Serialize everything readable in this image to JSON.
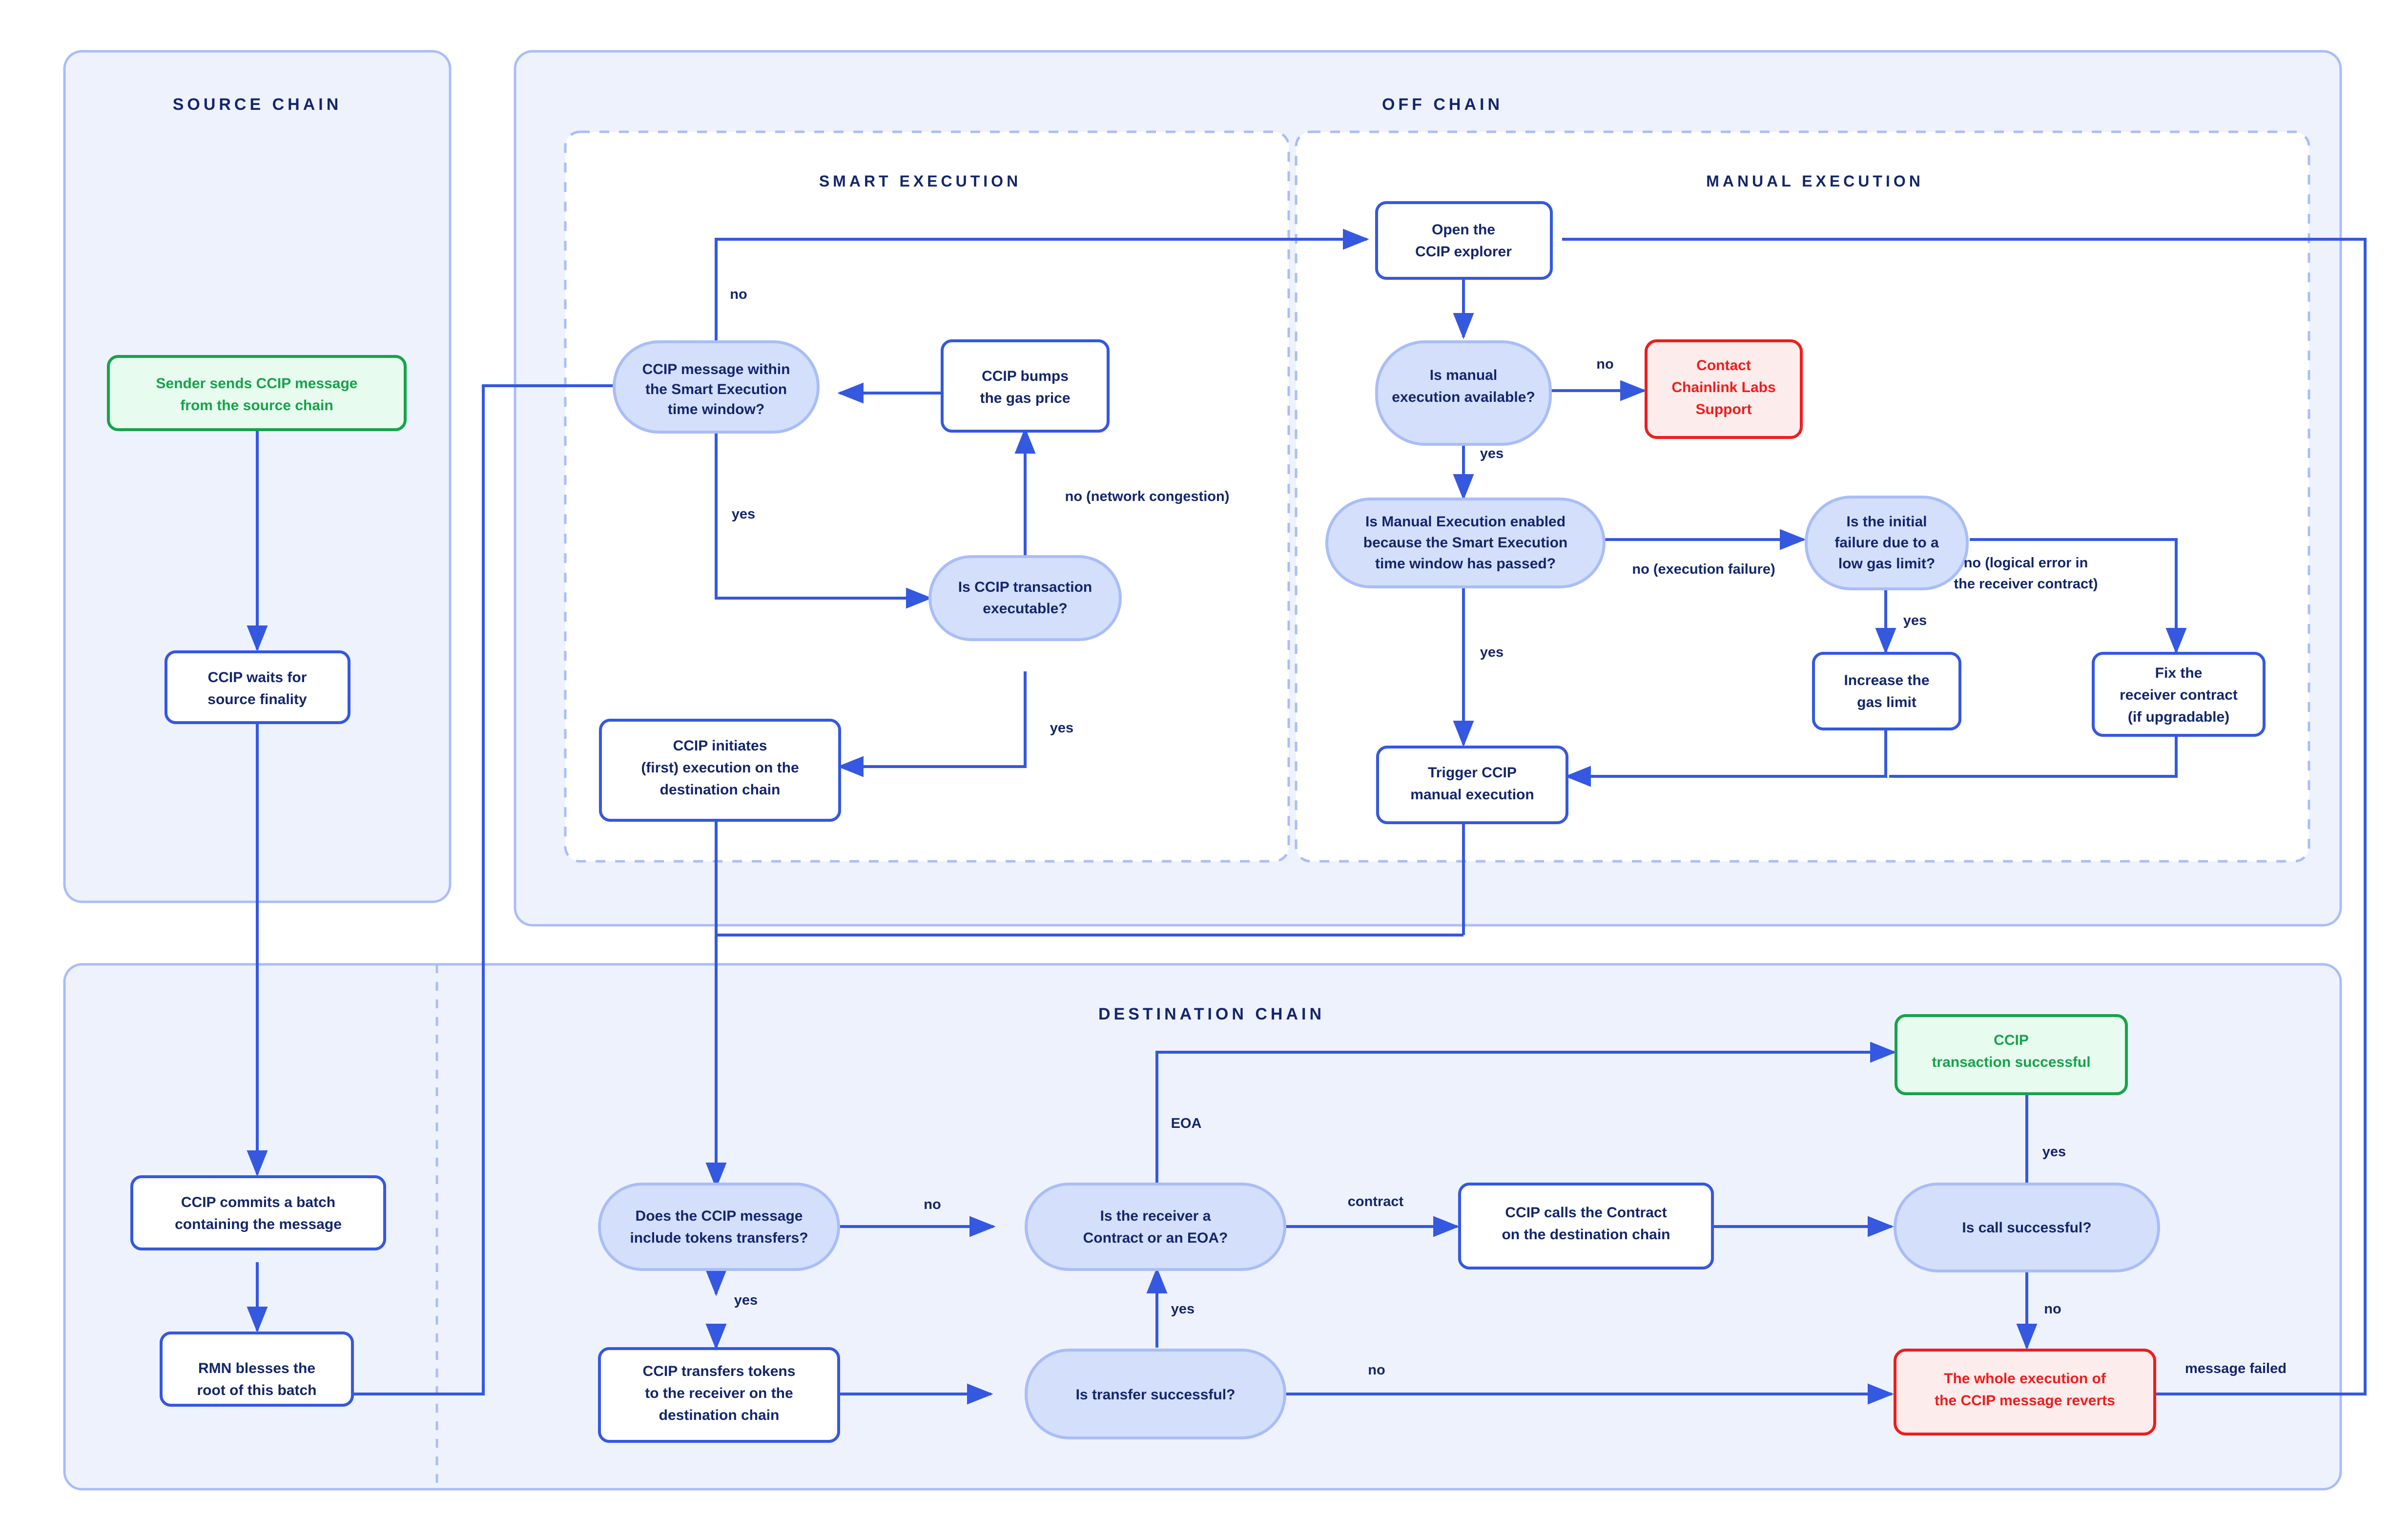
{
  "diagram": {
    "title_source": "SOURCE CHAIN",
    "title_offchain": "OFF CHAIN",
    "title_smart": "SMART EXECUTION",
    "title_manual": "MANUAL EXECUTION",
    "title_destination": "DESTINATION CHAIN"
  },
  "colors": {
    "lane_fill": "#eef2fd",
    "lane_stroke": "#a9bdf7",
    "decision_fill": "#d3dffb",
    "decision_stroke": "#a9bdf7",
    "process_fill": "#ffffff",
    "process_stroke": "#3558e0",
    "flow": "#3558e0",
    "text": "#14266b",
    "green_stroke": "#16a34a",
    "green_fill": "#e7fbef",
    "red_stroke": "#ef1d1d",
    "red_fill": "#fdecec"
  },
  "nodes": {
    "sender": {
      "lines": [
        "Sender sends CCIP message",
        "from the source chain"
      ]
    },
    "wait_finality": {
      "lines": [
        "CCIP waits for",
        "source finality"
      ]
    },
    "commits_batch": {
      "lines": [
        "CCIP commits a batch",
        "containing the message"
      ]
    },
    "rmn_blesses": {
      "lines": [
        "RMN blesses the",
        "root of this batch"
      ]
    },
    "within_window": {
      "lines": [
        "CCIP message within",
        "the Smart Execution",
        "time window?"
      ]
    },
    "bumps_gas": {
      "lines": [
        "CCIP bumps",
        "the gas price"
      ]
    },
    "tx_executable": {
      "lines": [
        "Is CCIP transaction",
        "executable?"
      ]
    },
    "initiates_exec": {
      "lines": [
        "CCIP initiates",
        "(first) execution on the",
        "destination chain"
      ]
    },
    "open_explorer": {
      "lines": [
        "Open the",
        "CCIP explorer"
      ]
    },
    "manual_available": {
      "lines": [
        "Is manual",
        "execution available?"
      ]
    },
    "contact_support": {
      "lines": [
        "Contact",
        "Chainlink Labs",
        "Support"
      ]
    },
    "manual_enabled": {
      "lines": [
        "Is Manual Execution enabled",
        "because the Smart Execution",
        "time window has passed?"
      ]
    },
    "initial_failure": {
      "lines": [
        "Is the initial",
        "failure due to a",
        "low gas limit?"
      ]
    },
    "increase_gas": {
      "lines": [
        "Increase the",
        "gas limit"
      ]
    },
    "fix_receiver": {
      "lines": [
        "Fix the",
        "receiver contract",
        "(if upgradable)"
      ]
    },
    "trigger_manual": {
      "lines": [
        "Trigger CCIP",
        "manual execution"
      ]
    },
    "includes_tokens": {
      "lines": [
        "Does the CCIP message",
        "include tokens transfers?"
      ]
    },
    "transfers_tokens": {
      "lines": [
        "CCIP transfers tokens",
        "to the receiver on the",
        "destination chain"
      ]
    },
    "transfer_successful": {
      "lines": [
        "Is transfer successful?"
      ]
    },
    "receiver_kind": {
      "lines": [
        "Is the receiver a",
        "Contract or an EOA?"
      ]
    },
    "calls_contract": {
      "lines": [
        "CCIP calls the Contract",
        "on the destination chain"
      ]
    },
    "call_successful": {
      "lines": [
        "Is call successful?"
      ]
    },
    "tx_successful": {
      "lines": [
        "CCIP",
        "transaction successful"
      ]
    },
    "reverts": {
      "lines": [
        "The whole execution of",
        "the CCIP message reverts"
      ]
    }
  },
  "edge_labels": {
    "no_window": "no",
    "yes_window": "yes",
    "no_congestion": "no (network congestion)",
    "yes_executable": "yes",
    "no_manual": "no",
    "yes_manual": "yes",
    "no_execution_failure": "no (execution failure)",
    "no_logical_error": "no (logical error in\nthe receiver contract)",
    "yes_gas_limit": "yes",
    "yes_window_passed": "yes",
    "no_tokens": "no",
    "yes_tokens": "yes",
    "yes_transfer": "yes",
    "no_transfer": "no",
    "eoa": "EOA",
    "contract": "contract",
    "yes_call": "yes",
    "no_call": "no",
    "message_failed": "message failed"
  }
}
